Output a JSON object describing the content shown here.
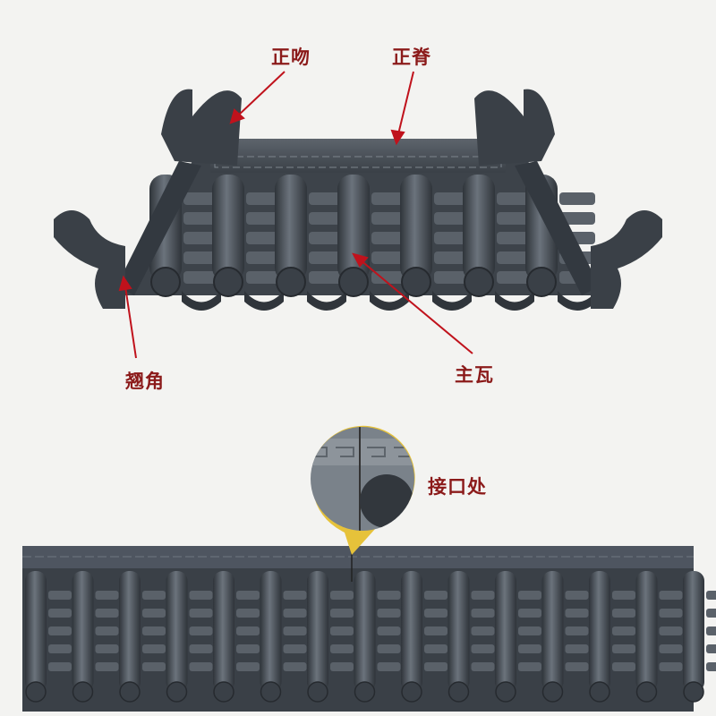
{
  "labels": {
    "main_ridge_ornament": "正吻",
    "main_ridge": "正脊",
    "upturned_eave": "翘角",
    "main_tile": "主瓦",
    "joint": "接口处"
  },
  "colors": {
    "background": "#f3f3f1",
    "tile": "#4a5159",
    "tile_dark": "#2f343a",
    "tile_light": "#6b737c",
    "label": "#8b1a1a",
    "arrow": "#c0121c",
    "callout_ring": "#e6c23a"
  }
}
